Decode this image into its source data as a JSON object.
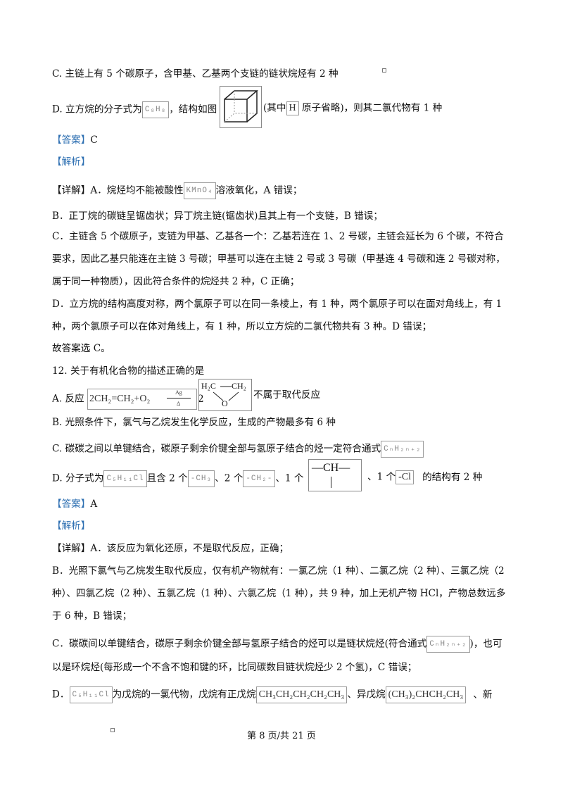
{
  "q11": {
    "C": "C. 主链上有 5 个碳原子，含甲基、乙基两个支链的链状烷烃有 2 种",
    "D_pre": "D. 立方烷的分子式为",
    "D_formula": "C₈H₈",
    "D_mid": "，结构如图",
    "D_h": "(其中",
    "D_h_box": "H",
    "D_post": " 原子省略)，则其二氯代物有 1 种",
    "answer_tag": "【答案】",
    "answer": "C",
    "analysis_tag": "【解析】",
    "detail_tag": "【详解】",
    "detail_A_pre": "A．烷烃均不能被酸性",
    "kmno4": "KMnO₄",
    "detail_A_post": "溶液氧化，A 错误；",
    "detail_B": "B．正丁烷的碳链呈锯齿状；异丁烷主链(锯齿状)且其上有一个支链，B 错误；",
    "detail_C1": "C．主链含 5 个碳原子，支链为甲基、乙基各一个：乙基若连在 1、2 号碳，主链会延长为 6 个碳，不符合",
    "detail_C2": "要求，因此乙基只能连在主链 3 号碳；甲基可以连在主链 2 号或 3 号碳（甲基连 4 号碳和连 2 号碳对称，",
    "detail_C3": "属于同一种物质），因此符合条件的烷烃共 2 种，C 正确；",
    "detail_D1": "D．立方烷的结构高度对称，两个氯原子可以在同一条棱上，有 1 种，两个氯原子可以在面对角线上，有 1",
    "detail_D2": "种，两个氯原子可以在体对角线上，有 1 种，所以立方烷的二氯代物共有 3 种。D 错误；",
    "conclusion": "故答案选 C。"
  },
  "q12": {
    "stem": "12. 关于有机化合物的描述正确的是",
    "A_pre": "A. 反应",
    "A_eq": "2CH₂=CH₂+O₂",
    "A_cond_top": "Ag",
    "A_cond_bot": "Δ",
    "A_coef": "2",
    "A_prod_left": "H₂C",
    "A_prod_right": "CH₂",
    "A_prod_o": "O",
    "A_post": "不属于取代反应",
    "B": "B. 光照条件下，氯气与乙烷发生化学反应，生成的产物最多有 6 种",
    "C_pre": "C. 碳碳之间以单键结合，碳原子剩余价键全部与氢原子结合的烃一定符合通式",
    "C_formula": "CₙH₂ₙ₊₂",
    "D_pre": "D. 分子式为",
    "D_formula": "C₅H₁₁Cl",
    "D_a": "且含 2 个",
    "D_ch3": "-CH₃",
    "D_b": "、2 个",
    "D_ch2": "-CH₂-",
    "D_c": "、1 个",
    "D_ch": "—CH—",
    "D_d": "、1 个",
    "D_cl": "-Cl",
    "D_post": "的结构有 2 种",
    "answer_tag": "【答案】",
    "answer": "A",
    "analysis_tag": "【解析】",
    "detail_tag": "【详解】",
    "detail_A": "A．该反应为氧化还原，不是取代反应，正确；",
    "detail_B1": "B．光照下氯气与乙烷发生取代反应，仅有机产物就有：一氯乙烷（1 种）、二氯乙烷（2 种）、三氯乙烷（2",
    "detail_B2": "种）、四氯乙烷（2 种）、五氯乙烷（1 种）、六氯乙烷（1 种），共 9 种，加上无机产物 HCl，产物总数远多",
    "detail_B3": "于 6 种，B 错误；",
    "detail_C1_pre": "C．碳碳间以单键结合，碳原子剩余价键全部与氢原子结合的烃可以是链状烷烃(符合通式",
    "detail_C1_formula": "CₙH₂ₙ₊₂",
    "detail_C1_post": ")，也可",
    "detail_C2": "以是环烷烃(每形成一个不含不饱和键的环，比同碳数目链状烷烃少 2 个氢)，C 错误；",
    "detail_D_pre": "D．",
    "detail_D_formula": "C₅H₁₁Cl",
    "detail_D_mid": "为戊烷的一氯代物，戊烷有正戊烷",
    "detail_D_n": "CH₃CH₂CH₂CH₂CH₃",
    "detail_D_iso_pre": "、异戊烷",
    "detail_D_iso": "(CH₃)₂CHCH₂CH₃",
    "detail_D_post": "、新"
  },
  "footer": "第 8 页/共 21 页"
}
